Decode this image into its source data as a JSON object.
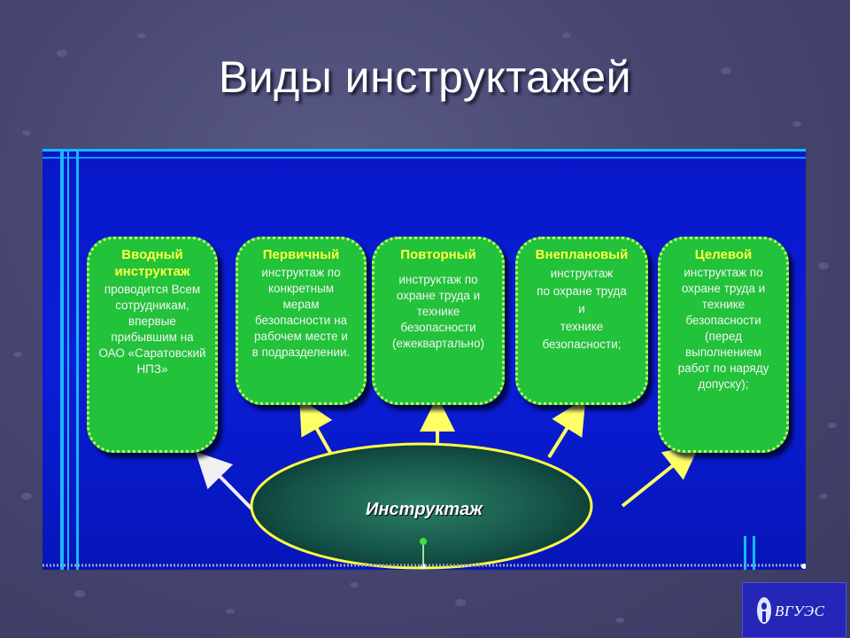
{
  "slide": {
    "title": "Виды инструктажей"
  },
  "diagram": {
    "center": "Инструктаж",
    "cards": [
      {
        "title": "Вводный\nинструктаж",
        "text": "проводится Всем\nсотрудникам,\nвпервые\nприбывшим на\nОАО «Саратовский\nНПЗ»"
      },
      {
        "title": "Первичный",
        "text": "инструктаж по\nконкретным\nмерам\nбезопасности на\nрабочем месте  и\nв подразделении."
      },
      {
        "title": "Повторный",
        "text": "инструктаж по\nохране труда и\nтехнике\nбезопасности\n(ежеквартально)"
      },
      {
        "title": "Внеплановый",
        "text": "инструктаж\nпо охране труда\nи\nтехнике\nбезопасности;"
      },
      {
        "title": "Целевой",
        "text": "инструктаж  по\nохране труда и\nтехнике\nбезопасности\n(перед\nвыполнением\nработ по наряду\nдопуску);"
      }
    ]
  },
  "logo": {
    "text": "ВГУЭС"
  },
  "colors": {
    "panel": "#0a1ed8",
    "card": "#22c23a",
    "card_title": "#ffff44",
    "ellipse": "#1a6a5a",
    "ellipse_outline": "#ffff44",
    "arrow": "#ffff66"
  }
}
